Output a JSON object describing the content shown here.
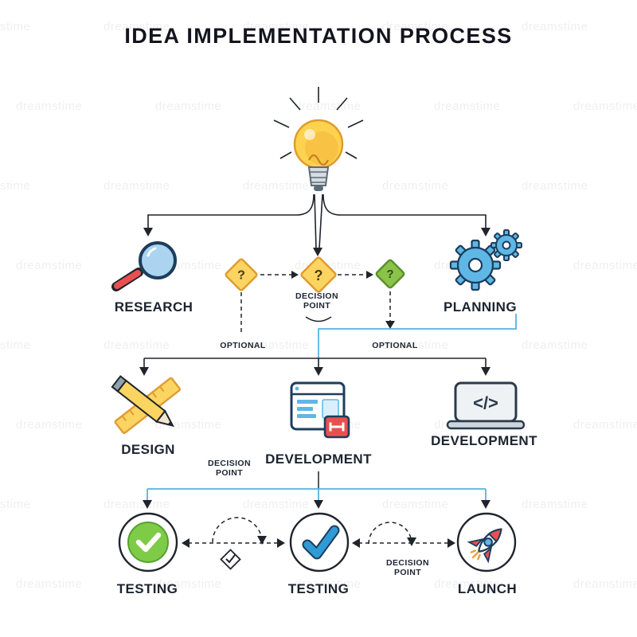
{
  "title": "IDEA IMPLEMENTATION PROCESS",
  "watermark": {
    "text": "dreamstime"
  },
  "glyphs": {
    "code": "</>"
  },
  "diamonds": [
    {
      "glyph": "?"
    },
    {
      "glyph": "?"
    },
    {
      "glyph": "?"
    }
  ],
  "labels": {
    "research": "RESEARCH",
    "planning": "PLANNING",
    "design": "DESIGN",
    "development_center": "DEVELOPMENT",
    "development_right": "DEVELOPMENT",
    "testing_left": "TESTING",
    "testing_center": "TESTING",
    "launch": "LAUNCH",
    "decision_top": {
      "line1": "DECISION",
      "line2": "POINT"
    },
    "decision_mid": {
      "line1": "DECISION",
      "line2": "POINT"
    },
    "decision_bottom": {
      "line1": "DECISION",
      "line2": "POINT"
    },
    "optional_left": "OPTIONAL",
    "optional_right": "OPTIONAL"
  },
  "colors": {
    "accent_blue": "#56b3e4",
    "yellow": "#fcd462",
    "green": "#8bc34a",
    "red": "#e8504f",
    "outline_dark": "#1d3d5c",
    "text_dark": "#1c2430"
  }
}
